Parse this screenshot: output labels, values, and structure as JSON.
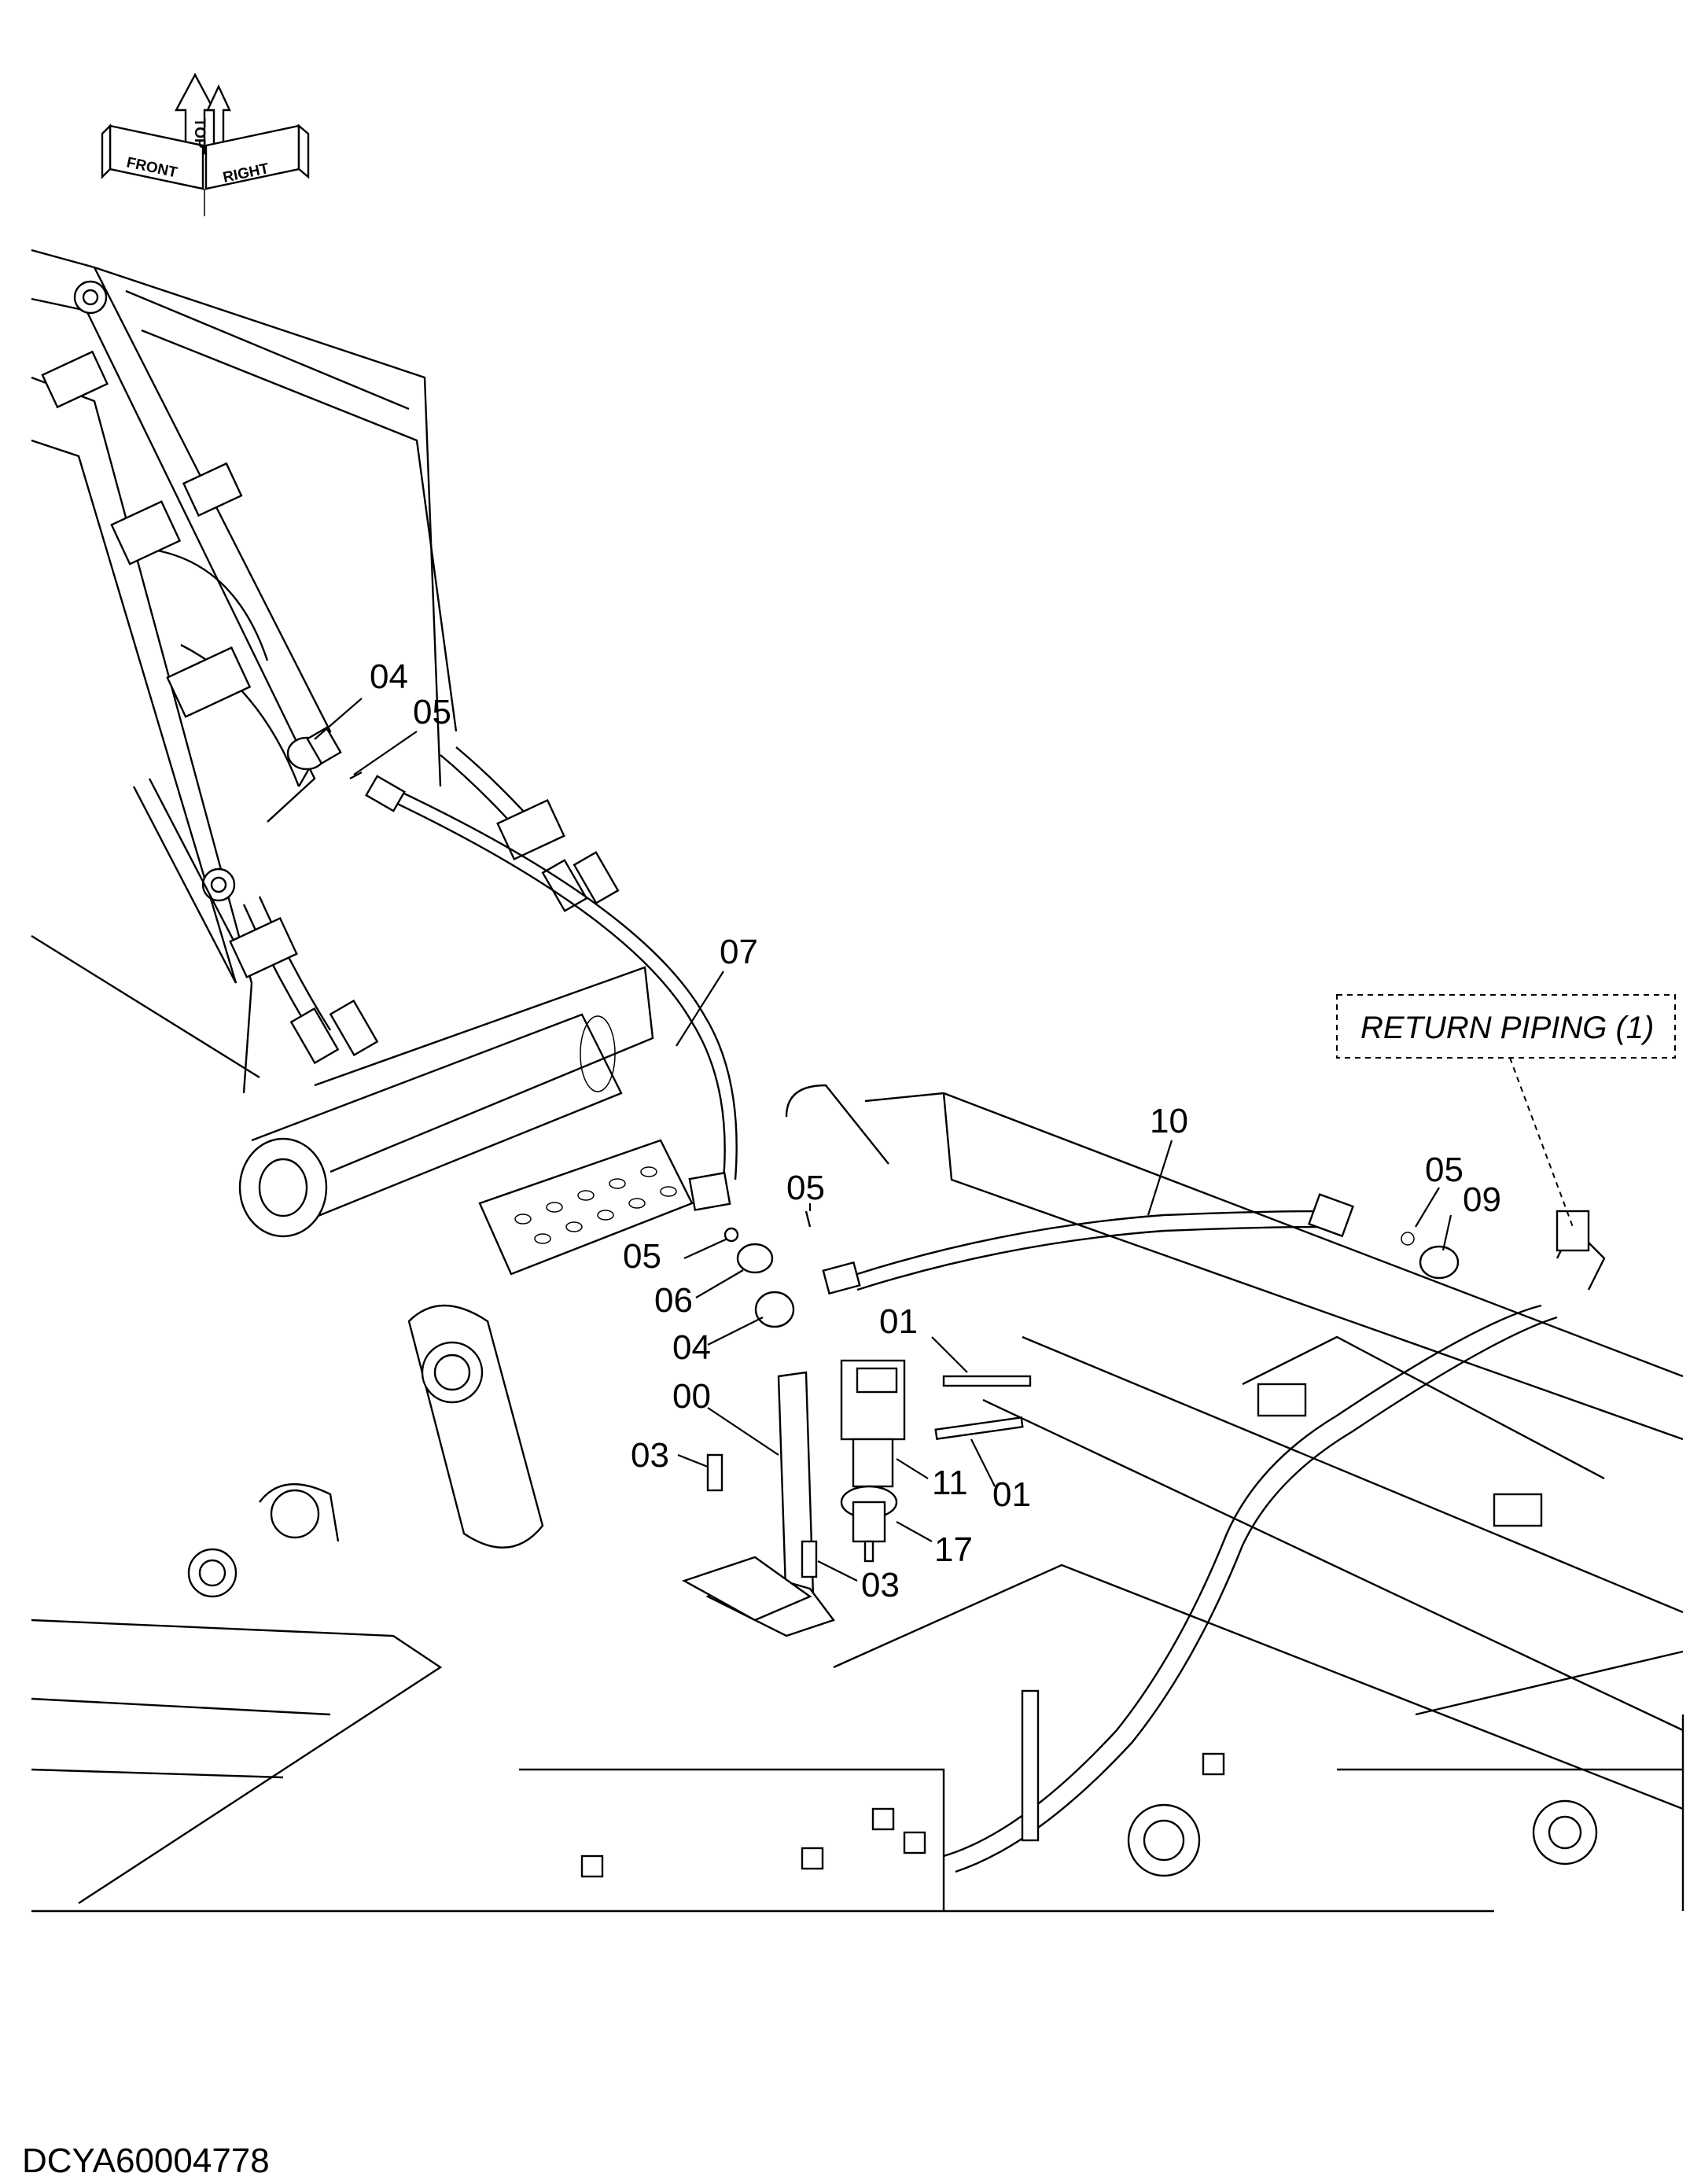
{
  "orientation": {
    "top": "TOP",
    "front": "FRONT",
    "right": "RIGHT"
  },
  "reference_box": "RETURN PIPING (1)",
  "callouts": [
    {
      "id": "c-04-upper",
      "text": "04"
    },
    {
      "id": "c-05-upper",
      "text": "05"
    },
    {
      "id": "c-07",
      "text": "07"
    },
    {
      "id": "c-10",
      "text": "10"
    },
    {
      "id": "c-05-right",
      "text": "05"
    },
    {
      "id": "c-09",
      "text": "09"
    },
    {
      "id": "c-05-mid",
      "text": "05"
    },
    {
      "id": "c-05-left",
      "text": "05"
    },
    {
      "id": "c-06",
      "text": "06"
    },
    {
      "id": "c-04-lower",
      "text": "04"
    },
    {
      "id": "c-01-upper",
      "text": "01"
    },
    {
      "id": "c-00",
      "text": "00"
    },
    {
      "id": "c-03-left",
      "text": "03"
    },
    {
      "id": "c-11",
      "text": "11"
    },
    {
      "id": "c-01-lower",
      "text": "01"
    },
    {
      "id": "c-17",
      "text": "17"
    },
    {
      "id": "c-03-right",
      "text": "03"
    }
  ],
  "drawing_code": "DCYA60004778",
  "colors": {
    "line": "#000000",
    "background": "#ffffff"
  }
}
